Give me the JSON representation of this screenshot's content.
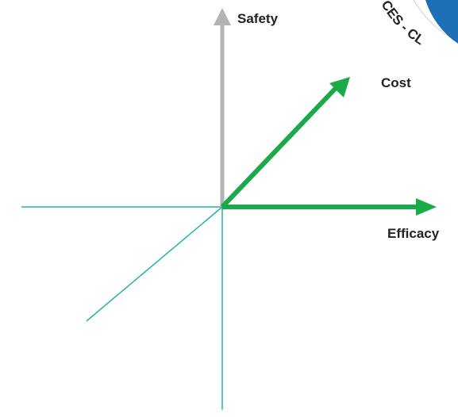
{
  "diagram": {
    "axes": {
      "safety": "Safety",
      "cost": "Cost",
      "efficacy": "Efficacy"
    },
    "badge": {
      "text": "CES - CL",
      "color": "#1f6fb6"
    },
    "colors": {
      "gray_arrow": "#b3b3b3",
      "green_arrow": "#1aaa4a",
      "teal_lines": "#20b2aa"
    }
  }
}
